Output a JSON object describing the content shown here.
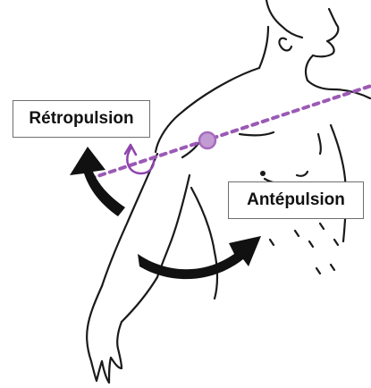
{
  "labels": {
    "retropulsion": "Rétropulsion",
    "antepulsion": "Antépulsion"
  },
  "colors": {
    "axis": "#9b59b6",
    "pivot": "#a56bbd",
    "arrow": "#111111",
    "outline": "#1a1a1a",
    "background": "#ffffff"
  },
  "icons": {
    "retropulsion_arrow": "curved-arrow-up-left",
    "antepulsion_arrow": "curved-arrow-right",
    "rotation_indicator": "small-curved-arrow"
  }
}
